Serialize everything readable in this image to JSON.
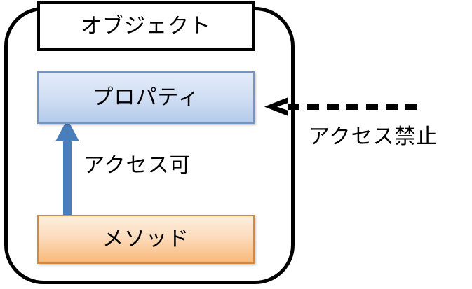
{
  "diagram": {
    "title": "オブジェクト",
    "container": {
      "label": "オブジェクト",
      "border_color": "#000000",
      "shape": "rounded-rectangle"
    },
    "nodes": [
      {
        "id": "property",
        "label": "プロパティ",
        "fill_top": "#e3ecf9",
        "fill_bottom": "#b4cbeb",
        "border_color": "#7395c4"
      },
      {
        "id": "method",
        "label": "メソッド",
        "fill_top": "#fdeedd",
        "fill_bottom": "#f9b878",
        "border_color": "#d4893f"
      }
    ],
    "edges": [
      {
        "id": "allow",
        "label": "アクセス可",
        "from": "method",
        "to": "property",
        "style": "solid",
        "color": "#4a7ebb",
        "direction": "up"
      },
      {
        "id": "deny",
        "label": "アクセス禁止",
        "from": "outside",
        "to": "property",
        "style": "dashed",
        "color": "#000000",
        "direction": "left"
      }
    ]
  }
}
